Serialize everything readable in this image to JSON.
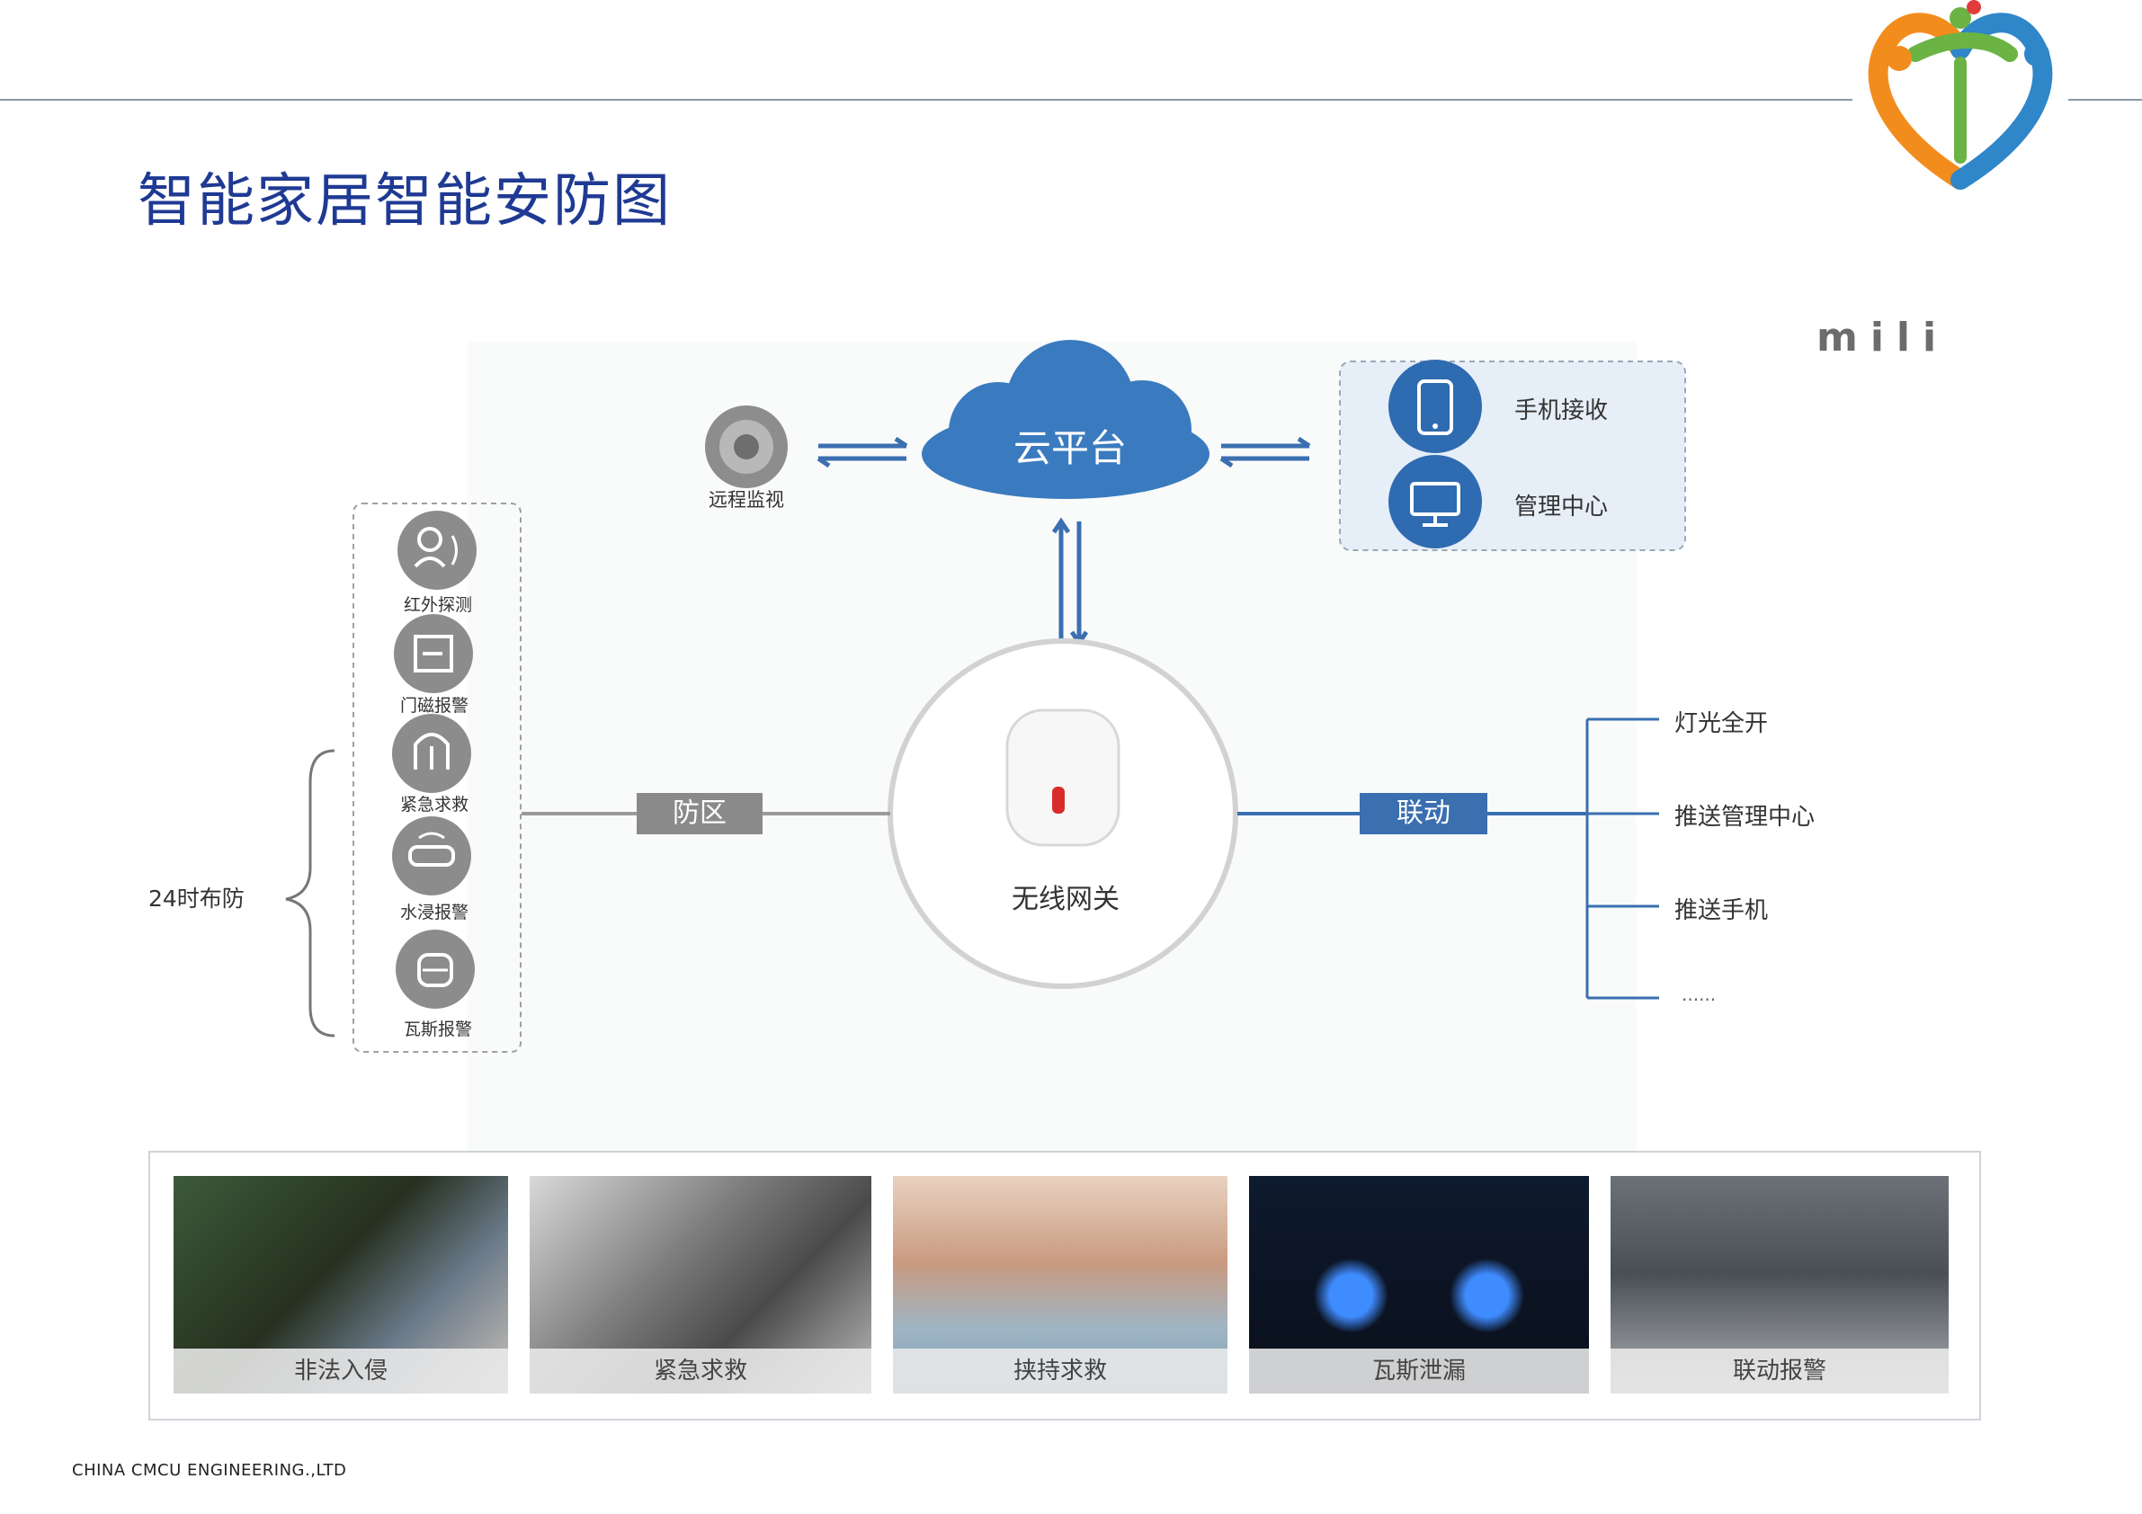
{
  "page": {
    "title": "智能家居智能安防图",
    "brand": "mili",
    "footer": "CHINA CMCU ENGINEERING.,LTD"
  },
  "diagram": {
    "cloud": "云平台",
    "gateway": "无线网关",
    "remote_monitor": "远程监视",
    "receivers": [
      "手机接收",
      "管理中心"
    ],
    "sensors": [
      "红外探测",
      "门磁报警",
      "紧急求救",
      "水浸报警",
      "瓦斯报警"
    ],
    "defense_label": "24时布防",
    "zone_label": "防区",
    "linkage_label": "联动",
    "outputs": [
      "灯光全开",
      "推送管理中心",
      "推送手机",
      "......"
    ]
  },
  "scenarios": [
    "非法入侵",
    "紧急求救",
    "挟持求救",
    "瓦斯泄漏",
    "联动报警"
  ],
  "colors": {
    "title": "#1f3a93",
    "cloud": "#3a7bbf",
    "icon_blue": "#2f6bb0",
    "sensor_gray": "#8c8c8c",
    "zone_pill": "#8a8a8a",
    "link_pill": "#3a6fb0"
  }
}
